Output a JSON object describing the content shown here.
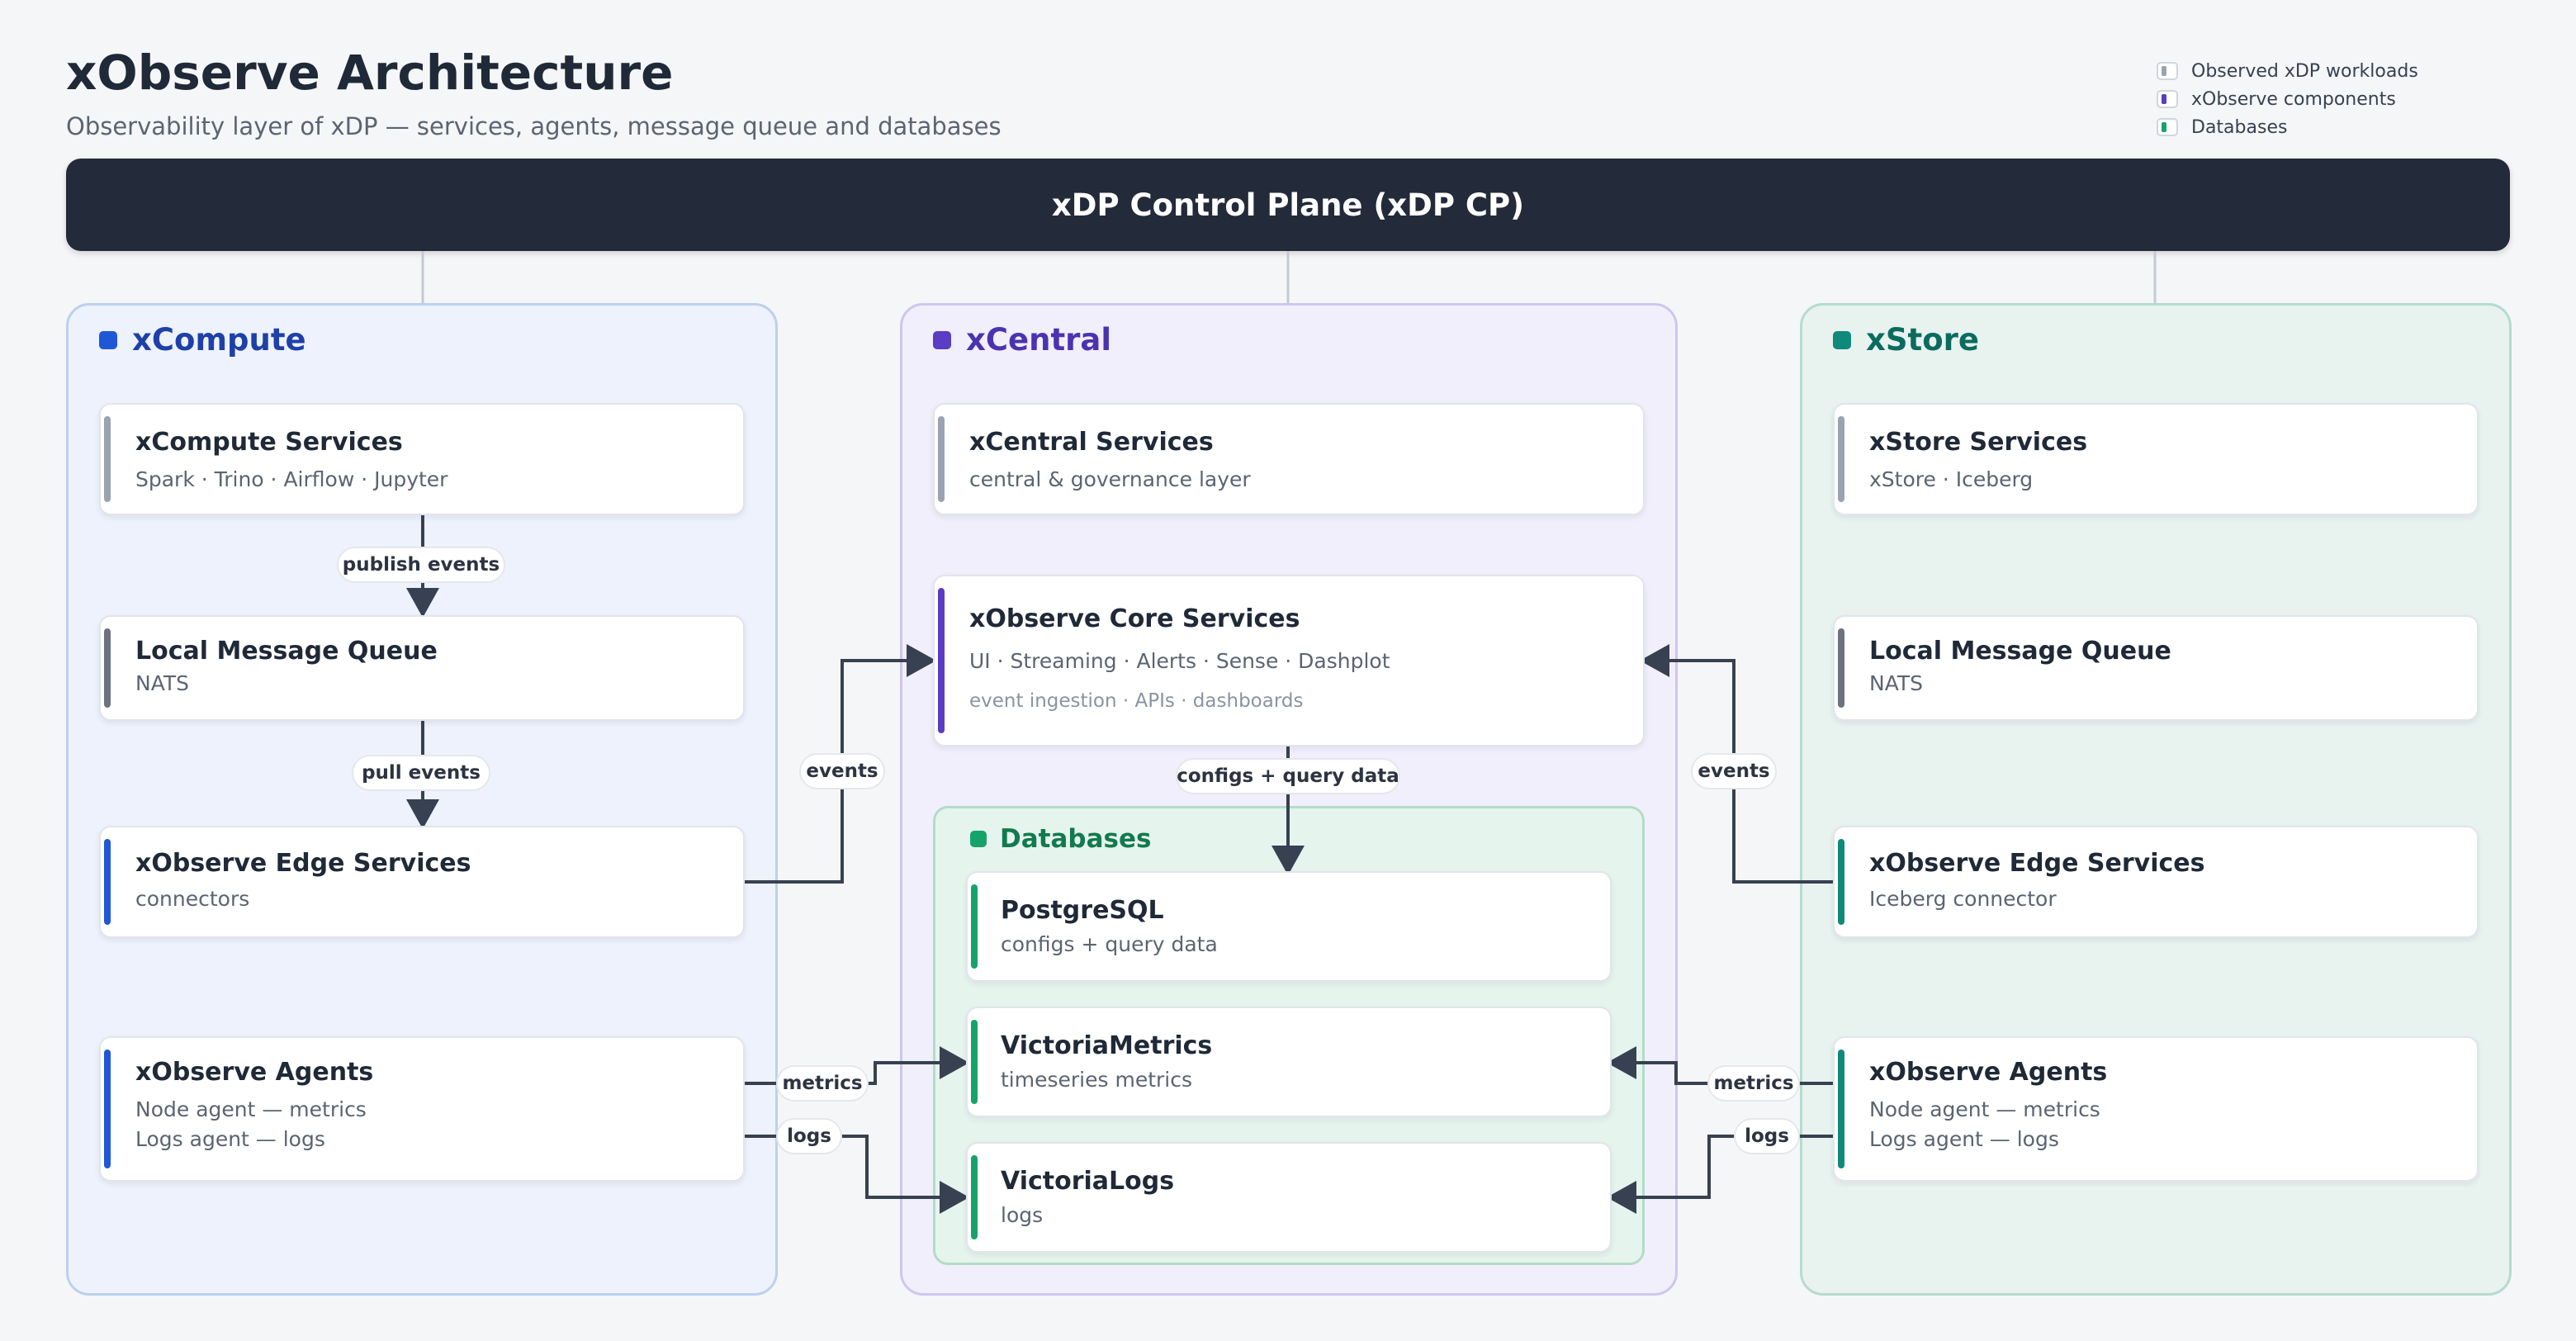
{
  "title": "xObserve Architecture",
  "subtitle": "Observability layer of xDP — services, agents, message queue and databases",
  "legend": [
    {
      "label": "Observed xDP workloads",
      "color": "#9aa3b2"
    },
    {
      "label": "xObserve components",
      "color": "#5b3cc4"
    },
    {
      "label": "Databases",
      "color": "#16a36a"
    }
  ],
  "control_plane": {
    "label": "xDP Control Plane (xDP CP)"
  },
  "colors": {
    "xcompute_accent": "#1f58d6",
    "xcentral_accent": "#5b3cc4",
    "xstore_accent": "#0f8a7a",
    "database_accent": "#16a36a",
    "workload_bar": "#9aa3b2",
    "queue_bar": "#6b7280",
    "arrow": "#374151"
  },
  "xcompute": {
    "title": "xCompute",
    "services": {
      "title": "xCompute Services",
      "sub": "Spark · Trino · Airflow · Jupyter"
    },
    "queue": {
      "title": "Local Message Queue",
      "sub": "NATS"
    },
    "edge": {
      "title": "xObserve Edge Services",
      "sub": "connectors"
    },
    "agents": {
      "title": "xObserve Agents",
      "line1": "Node agent — metrics",
      "line2": "Logs agent — logs"
    }
  },
  "xcentral": {
    "title": "xCentral",
    "services": {
      "title": "xCentral Services",
      "sub": "central & governance layer"
    },
    "core": {
      "title": "xObserve Core Services",
      "sub": "UI · Streaming · Alerts · Sense · Dashplot",
      "sub2": "event ingestion · APIs · dashboards"
    },
    "databases": {
      "title": "Databases",
      "postgres": {
        "title": "PostgreSQL",
        "sub": "configs + query data"
      },
      "victoria_metrics": {
        "title": "VictoriaMetrics",
        "sub": "timeseries metrics"
      },
      "victoria_logs": {
        "title": "VictoriaLogs",
        "sub": "logs"
      }
    }
  },
  "xstore": {
    "title": "xStore",
    "services": {
      "title": "xStore Services",
      "sub": "xStore · Iceberg"
    },
    "queue": {
      "title": "Local Message Queue",
      "sub": "NATS"
    },
    "edge": {
      "title": "xObserve Edge Services",
      "sub": "Iceberg connector"
    },
    "agents": {
      "title": "xObserve Agents",
      "line1": "Node agent — metrics",
      "line2": "Logs agent — logs"
    }
  },
  "edges": {
    "publish_events": "publish events",
    "pull_events": "pull events",
    "events_left": "events",
    "events_right": "events",
    "configs_query": "configs + query data",
    "metrics_left": "metrics",
    "logs_left": "logs",
    "metrics_right": "metrics",
    "logs_right": "logs"
  }
}
